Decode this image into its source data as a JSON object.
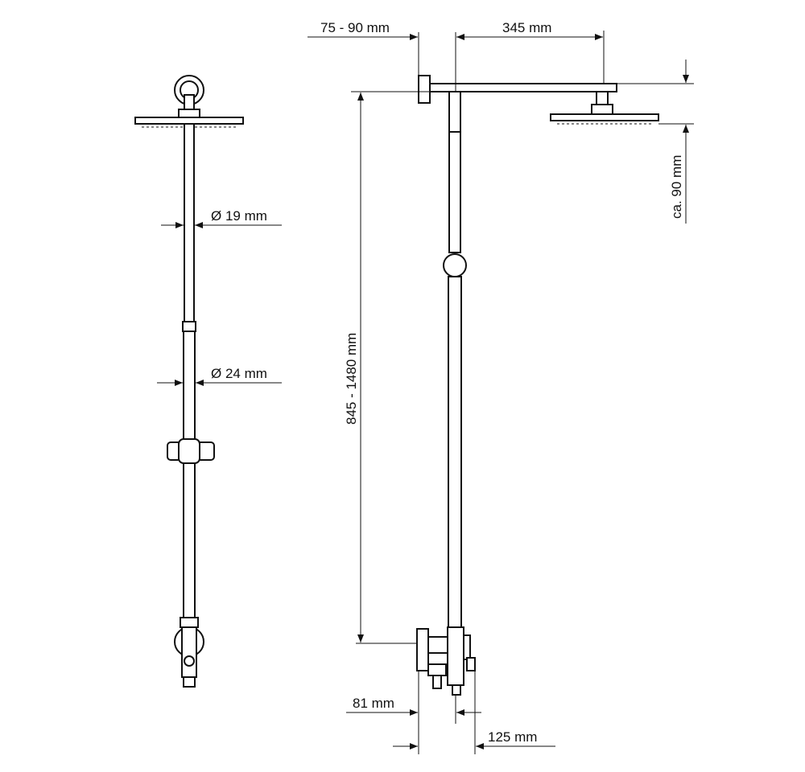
{
  "dimensions": {
    "rod_upper_diameter": "Ø 19 mm",
    "rod_lower_diameter": "Ø 24 mm",
    "wall_offset": "75 - 90 mm",
    "arm_length": "345 mm",
    "head_drop": "ca. 90 mm",
    "height_range": "845 - 1480 mm",
    "outlet_spacing": "81 mm",
    "mixer_depth": "125 mm"
  }
}
